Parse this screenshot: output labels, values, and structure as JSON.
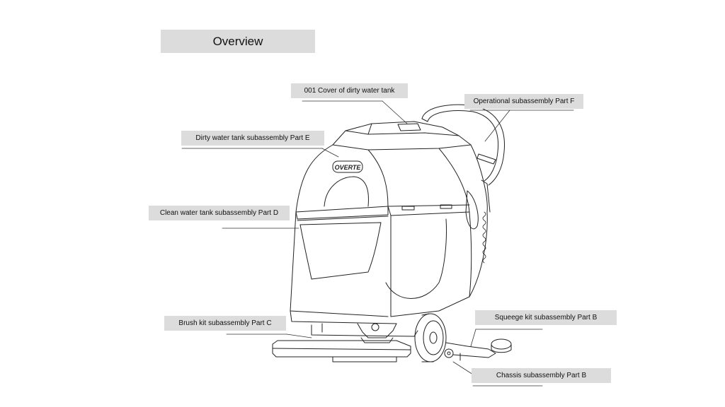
{
  "title": "Overview",
  "callouts": {
    "cover_dirty_tank": "001 Cover of dirty water tank",
    "operational": "Operational subassembly Part F",
    "dirty_tank": "Dirty water tank subassembly Part E",
    "clean_tank": "Clean water tank subassembly Part D",
    "brush_kit": "Brush kit subassembly Part C",
    "squeegee_kit": "Squeege kit subassembly Part B",
    "chassis": "Chassis subassembly Part B"
  },
  "logo_text": "OVERTE",
  "colors": {
    "label_bg": "#dcdcdc",
    "line": "#222222"
  }
}
